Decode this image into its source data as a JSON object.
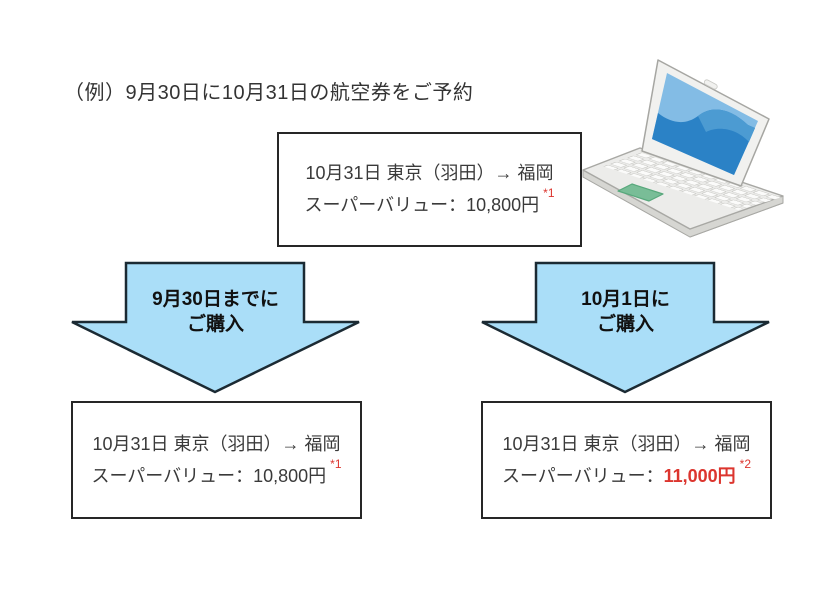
{
  "header": {
    "title": "（例）9月30日に10月31日の航空券をご予約"
  },
  "boxes": {
    "top": {
      "route": "10月31日 東京（羽田）→ 福岡",
      "fare_label": "スーパーバリュー：",
      "fare_price": "10,800円",
      "footnote": "*1"
    },
    "bottom_left": {
      "route": "10月31日 東京（羽田）→ 福岡",
      "fare_label": "スーパーバリュー：",
      "fare_price": "10,800円",
      "footnote": "*1"
    },
    "bottom_right": {
      "route": "10月31日 東京（羽田）→ 福岡",
      "fare_label": "スーパーバリュー：",
      "fare_price": "11,000円",
      "footnote": "*2"
    }
  },
  "arrows": {
    "left": {
      "line1": "9月30日までに",
      "line2": "ご購入"
    },
    "right": {
      "line1": "10月1日に",
      "line2": "ご購入"
    }
  },
  "icons": {
    "laptop": "laptop-icon"
  },
  "colors": {
    "background": "#ffffff",
    "text": "#3a3a3a",
    "heading_text": "#333333",
    "accent_red": "#dc352e",
    "arrow_fill": "#aadef8",
    "arrow_border": "#1b2a33",
    "arrow_text": "#111111",
    "box_border": "#262626"
  }
}
